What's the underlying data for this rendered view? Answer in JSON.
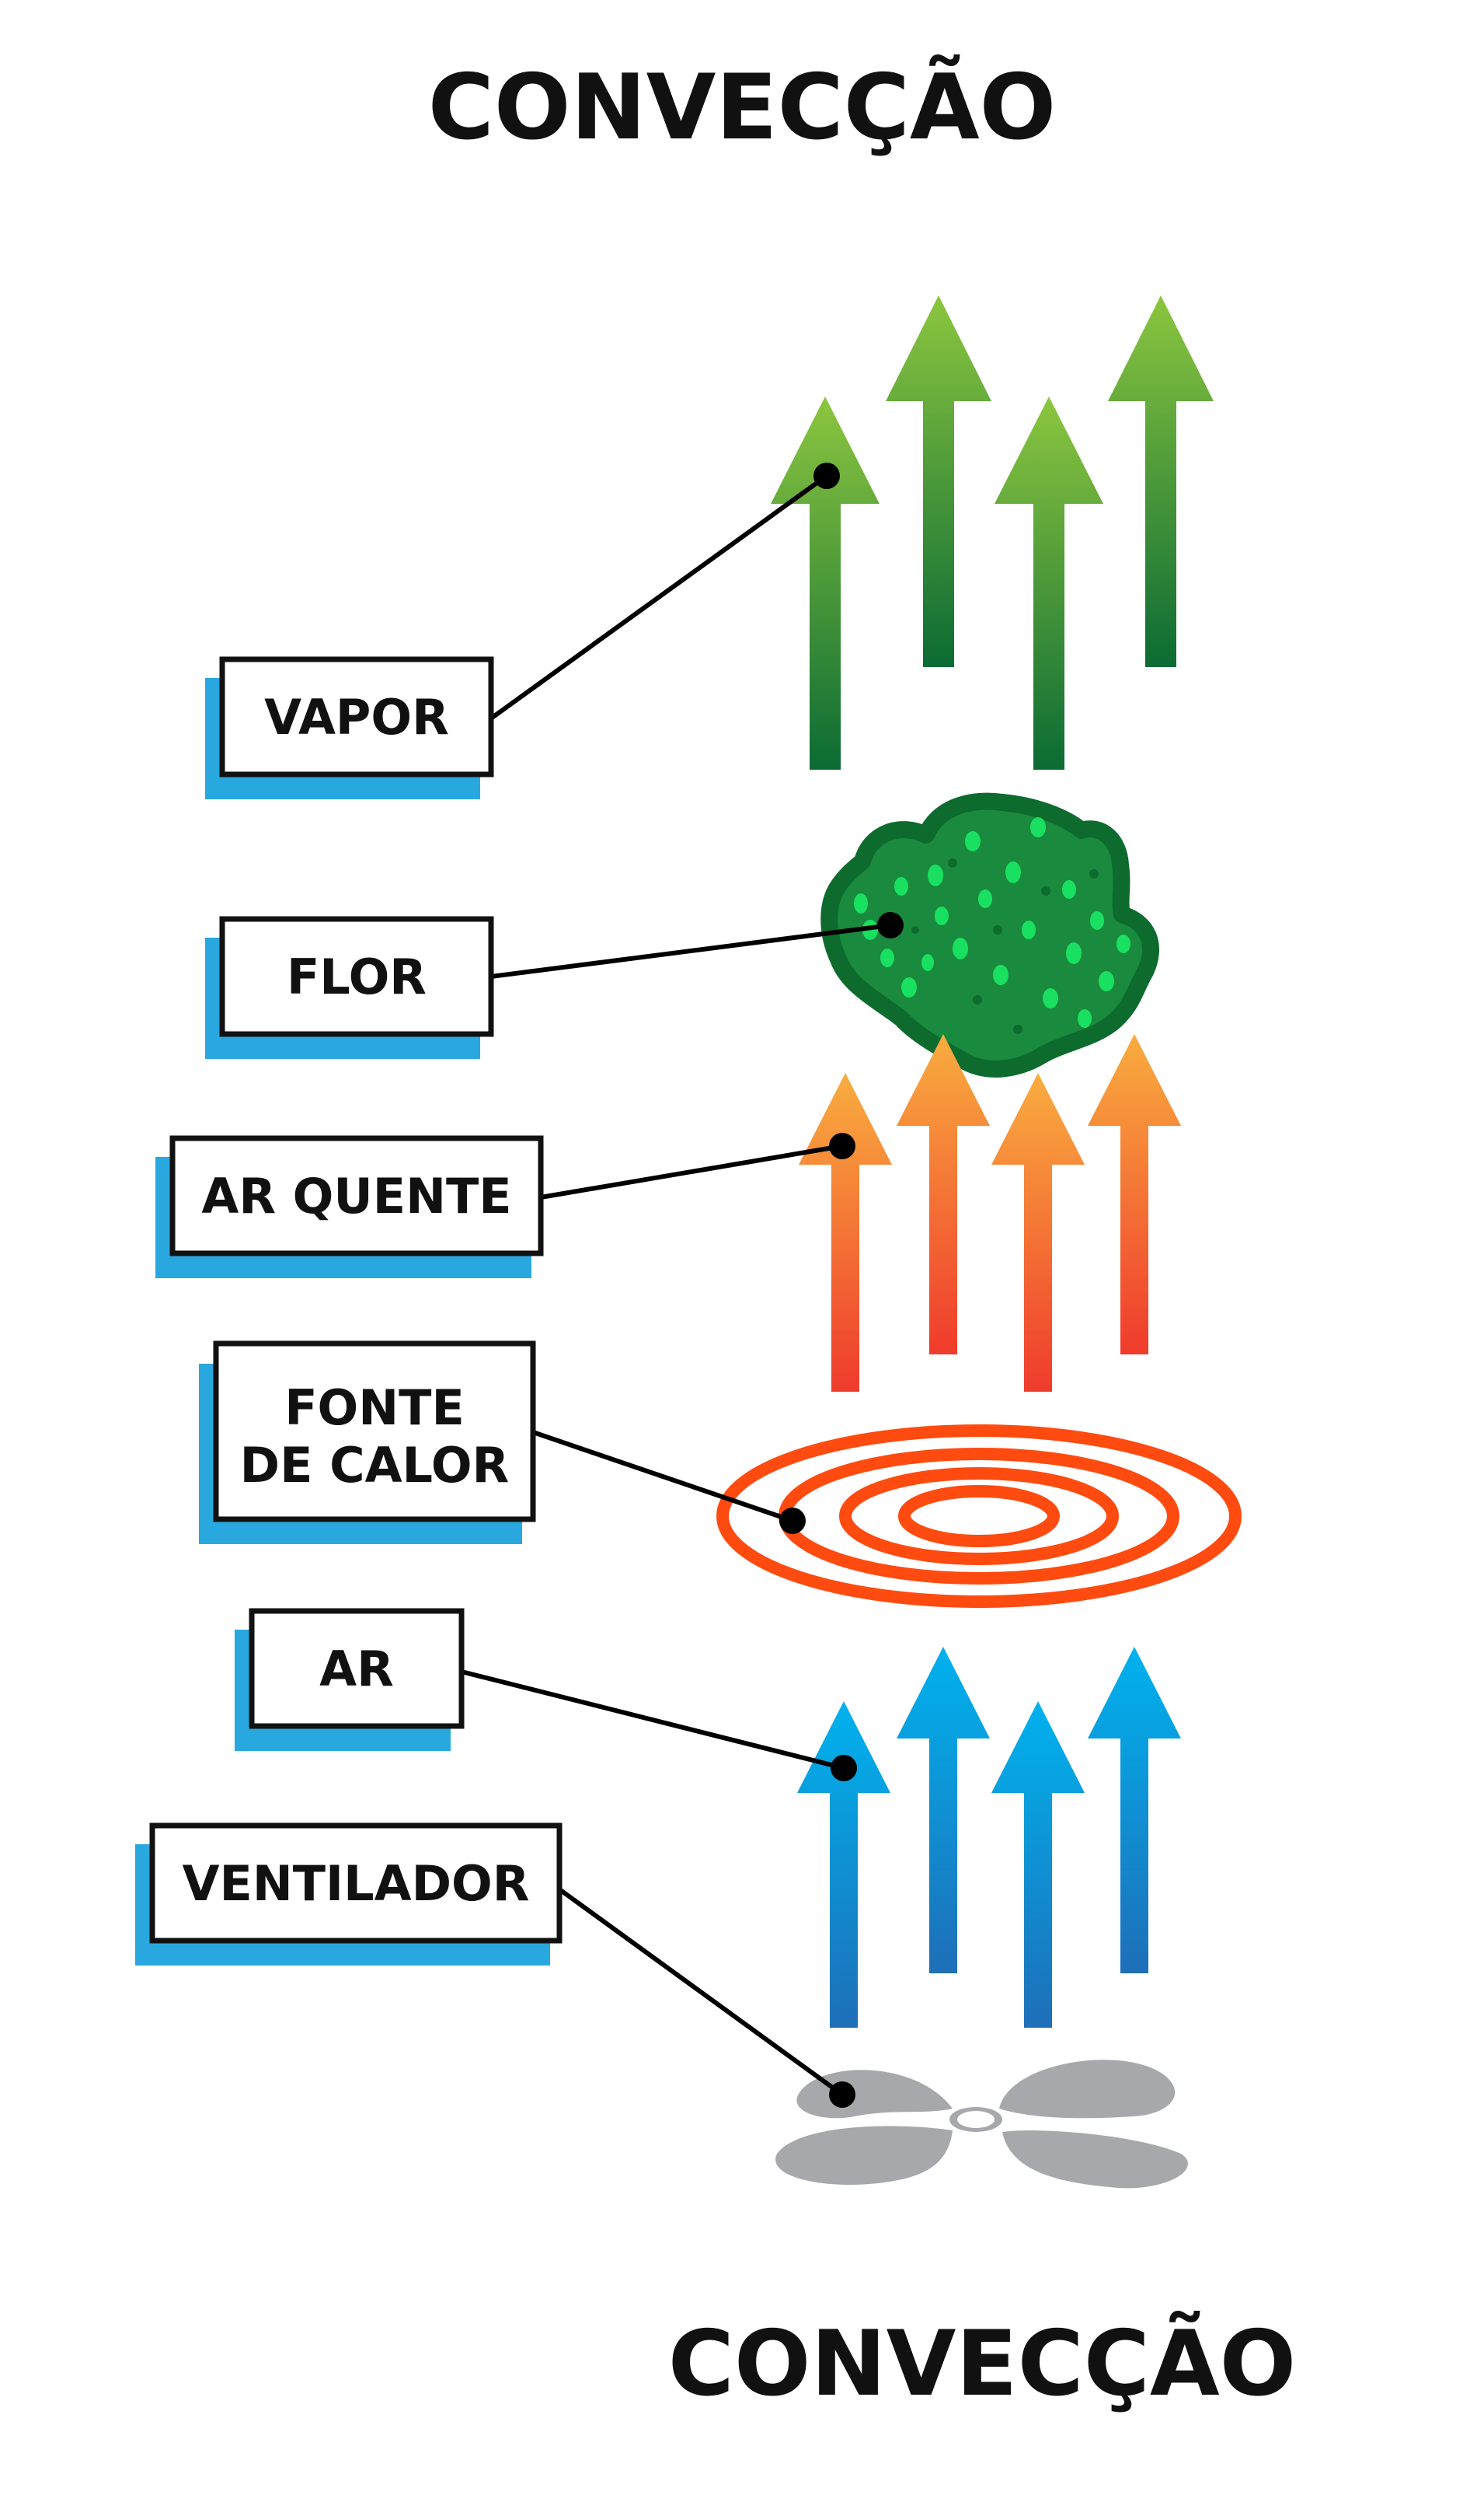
{
  "title_top": "CONVECÇÃO",
  "title_bottom": "CONVECÇÃO",
  "labels": {
    "vapor": "VAPOR",
    "flor": "FLOR",
    "ar_quente": "AR QUENTE",
    "fonte_de_calor_line1": "FONTE",
    "fonte_de_calor_line2": "DE CALOR",
    "ar": "AR",
    "ventilador": "VENTILADOR"
  },
  "icons": {
    "vapor_arrows": "vapor-arrows-icon",
    "flower": "flower-icon",
    "hot_air_arrows": "hot-air-arrows-icon",
    "heat_source": "heat-coil-icon",
    "air_arrows": "air-arrows-icon",
    "fan": "fan-icon"
  },
  "colors": {
    "label_shadow": "#29a8e0",
    "vapor_top": "#8cc63f",
    "vapor_bottom": "#0b6b34",
    "flower_dark": "#1a8a3e",
    "flower_outline": "#0d6b2e",
    "flower_dots": "#19e060",
    "hot_top": "#f9ad3f",
    "hot_bottom": "#ef3b2c",
    "coil": "#ff4a10",
    "air_top": "#00b2ee",
    "air_bottom": "#1e6fb8",
    "fan": "#a6a8ab"
  }
}
